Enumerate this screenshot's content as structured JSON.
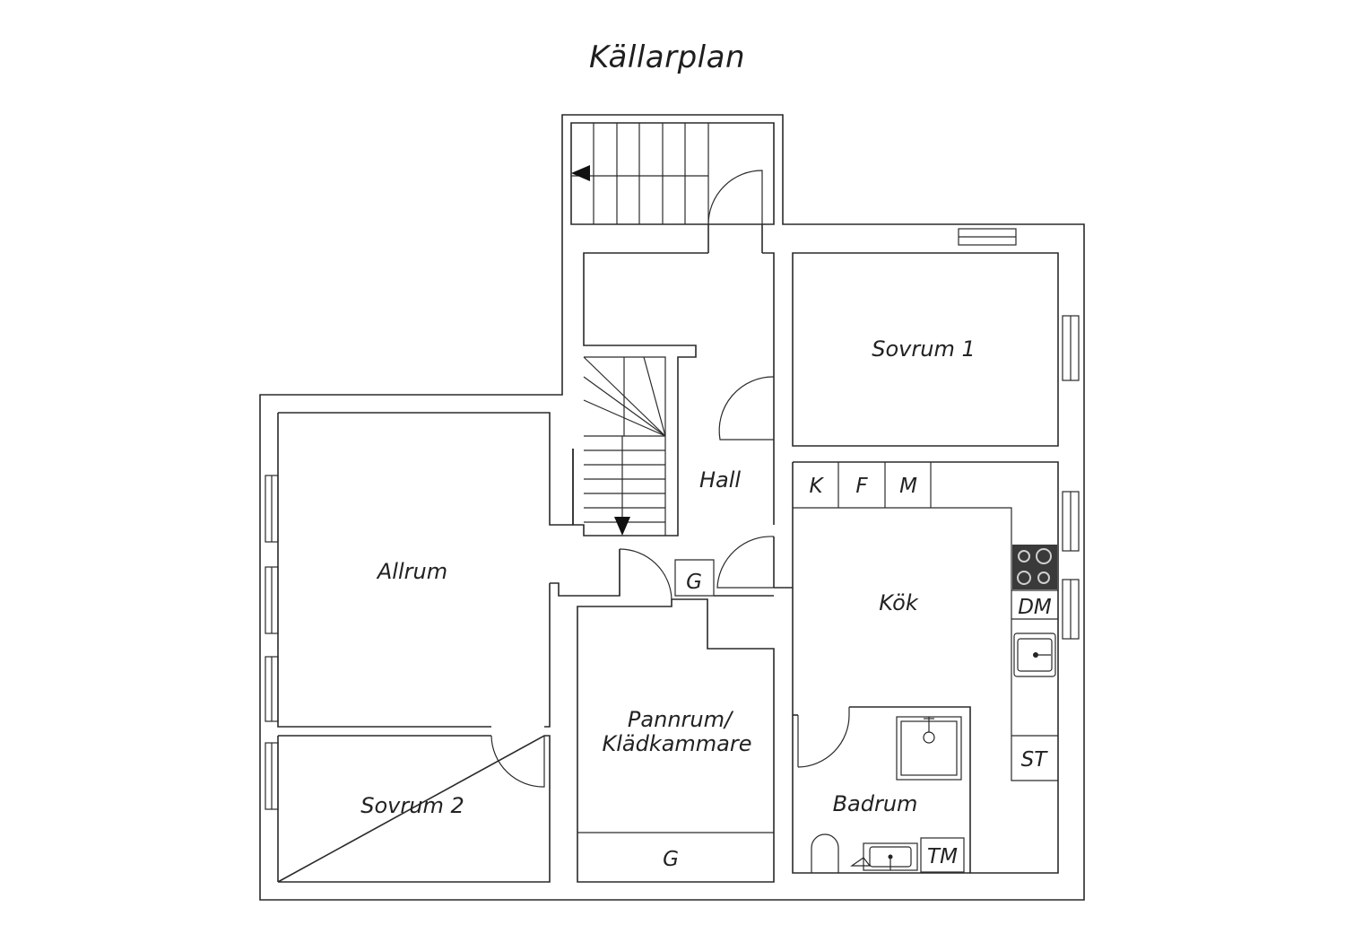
{
  "plan": {
    "title": "Källarplan"
  },
  "rooms": {
    "sovrum1": "Sovrum 1",
    "hall": "Hall",
    "allrum": "Allrum",
    "kok": "Kök",
    "pannrum_line1": "Pannrum/",
    "pannrum_line2": "Klädkammare",
    "sovrum2": "Sovrum 2",
    "badrum": "Badrum"
  },
  "fixtures": {
    "k": "K",
    "f": "F",
    "m": "M",
    "g_hall": "G",
    "dm": "DM",
    "st": "ST",
    "g_pannrum": "G",
    "tm": "TM"
  },
  "colors": {
    "wall": "#2a2a2a",
    "stove": "#3a3a3a"
  },
  "icons": [
    "stair-arrow-icon",
    "stove-icon",
    "sink-icon",
    "shower-icon",
    "toilet-icon",
    "washbasin-icon"
  ]
}
